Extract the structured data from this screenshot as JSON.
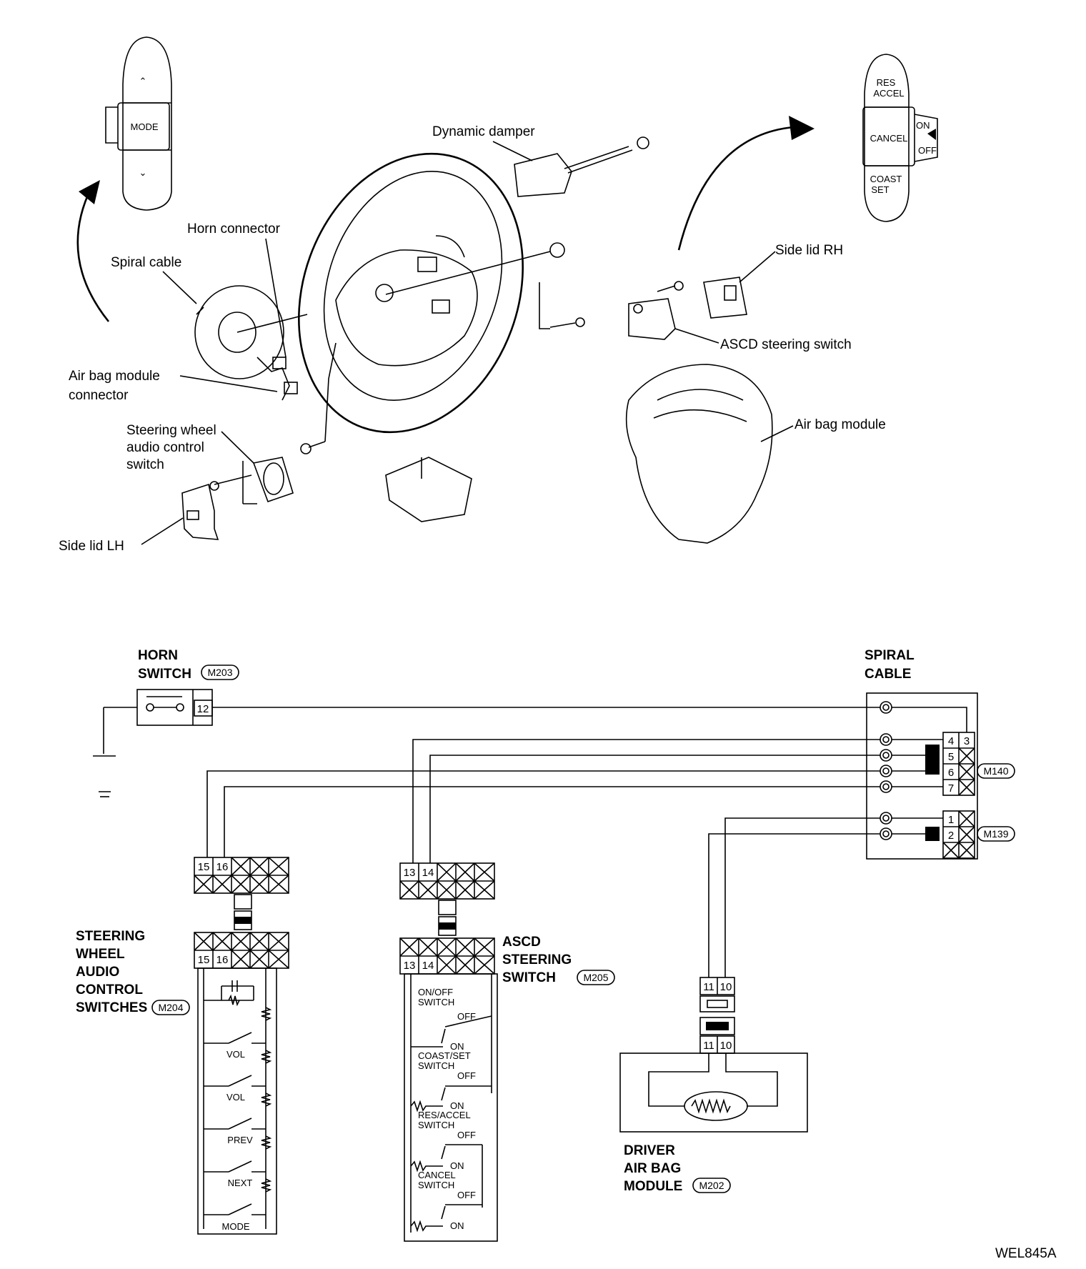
{
  "labels": {
    "mode": "MODE",
    "res_accel": [
      "RES",
      "ACCEL"
    ],
    "cancel": "CANCEL",
    "on": "ON",
    "off": "OFF",
    "coast_set": [
      "COAST",
      "SET"
    ],
    "dynamic_damper": "Dynamic damper",
    "horn_connector": "Horn connector",
    "spiral_cable": "Spiral cable",
    "side_lid_rh": "Side lid RH",
    "asc_steering_switch": "ASCD steering switch",
    "air_bag_module_connector": [
      "Air bag module",
      "connector"
    ],
    "steering_wheel_audio_control_switch": [
      "Steering wheel",
      "audio control",
      "switch"
    ],
    "air_bag_module": "Air bag module",
    "side_lid_lh": "Side lid LH"
  },
  "schematic": {
    "horn_switch": [
      "HORN",
      "SWITCH"
    ],
    "horn_switch_connector": "M203",
    "horn_pin": "12",
    "spiral_cable": [
      "SPIRAL",
      "CABLE"
    ],
    "spiral_pins_upper": [
      "4",
      "3",
      "5",
      "6",
      "7"
    ],
    "spiral_pins_lower": [
      "1",
      "2"
    ],
    "spiral_connector_upper": "M140",
    "spiral_connector_lower": "M139",
    "audio_pins": [
      "15",
      "16"
    ],
    "asc_pins": [
      "13",
      "14"
    ],
    "airbag_pins": [
      "11",
      "10"
    ],
    "audio_switches": [
      "STEERING",
      "WHEEL",
      "AUDIO",
      "CONTROL",
      "SWITCHES"
    ],
    "audio_connector": "M204",
    "audio_switch_labels": [
      "VOL",
      "VOL",
      "PREV",
      "NEXT",
      "MODE"
    ],
    "asc_switch": [
      "ASCD",
      "STEERING",
      "SWITCH"
    ],
    "asc_connector": "M205",
    "asc_switch_names": [
      [
        "ON/OFF",
        "SWITCH"
      ],
      [
        "COAST/SET",
        "SWITCH"
      ],
      [
        "RES/ACCEL",
        "SWITCH"
      ],
      [
        "CANCEL",
        "SWITCH"
      ]
    ],
    "asc_state_off": "OFF",
    "asc_state_on": "ON",
    "driver_air_bag_module": [
      "DRIVER",
      "AIR BAG",
      "MODULE"
    ],
    "airbag_connector": "M202",
    "figure_id": "WEL845A"
  }
}
